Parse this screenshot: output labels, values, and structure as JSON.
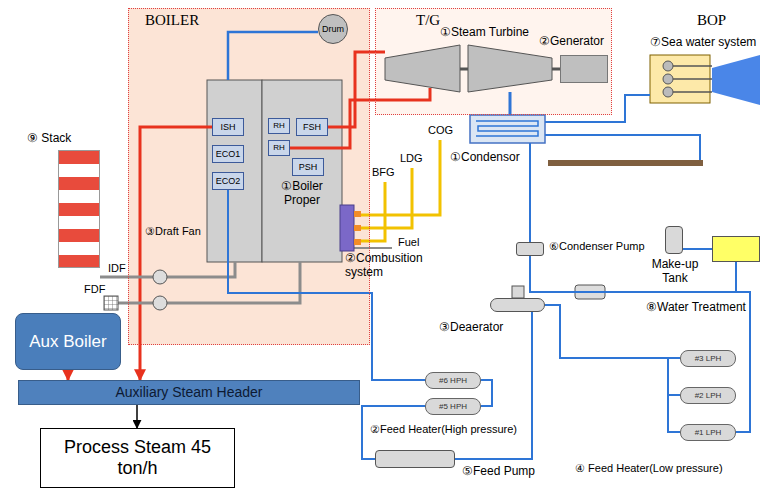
{
  "diagram": {
    "nodes": [
      {
        "text": [
          "BOILER"
        ]
      },
      {
        "text": [
          "Drum"
        ],
        "in": 0
      },
      {
        "text": [
          "ISH"
        ],
        "in": 0
      },
      {
        "text": [
          "ECO1"
        ],
        "in": 0
      },
      {
        "text": [
          "ECO2"
        ],
        "in": 0
      },
      {
        "text": [
          "①Boiler Proper"
        ],
        "in": 0
      },
      {
        "text": [
          "RH"
        ],
        "in": 5
      },
      {
        "text": [
          "RH"
        ],
        "in": 5
      },
      {
        "text": [
          "FSH"
        ],
        "in": 5
      },
      {
        "text": [
          "PSH"
        ],
        "in": 5
      },
      {
        "text": [
          "T/G"
        ]
      },
      {
        "text": [
          "②Generator"
        ],
        "in": 10
      },
      {
        "text": [
          "⑨ Stack"
        ]
      },
      {
        "text": [
          "Aux Boiler"
        ]
      },
      {
        "text": [
          "Auxiliary Steam Header"
        ]
      },
      {
        "text": [
          "Process Steam 45 ton/h"
        ]
      },
      {
        "text": [
          "①Condensor"
        ]
      },
      {
        "text": [
          "⑦Sea water system"
        ]
      },
      {
        "text": [
          "Make-up Tank"
        ]
      },
      {
        "text": [
          "⑧Water Treatment"
        ]
      },
      {
        "text": [
          "⑥Condenser Pump"
        ]
      },
      {
        "text": [
          "③Deaerator"
        ]
      },
      {
        "text": [
          "#3 LPH"
        ]
      },
      {
        "text": [
          "#2 LPH"
        ]
      },
      {
        "text": [
          "#1 LPH"
        ]
      },
      {
        "text": [
          "#6 HPH"
        ]
      },
      {
        "text": [
          "#5 HPH"
        ]
      },
      {
        "text": [
          "⑤Feed Pump"
        ]
      }
    ],
    "edges": [
      {
        "from": 13,
        "to": 14,
        "arrow": "to"
      },
      {
        "from": 0,
        "to": 14,
        "arrow": "to"
      },
      {
        "from": 14,
        "to": 15,
        "arrow": "to"
      },
      {
        "from": 16,
        "to": 20,
        "arrow": "none"
      },
      {
        "from": 20,
        "to": 24,
        "arrow": "none"
      },
      {
        "from": 24,
        "to": 23,
        "arrow": "none"
      },
      {
        "from": 23,
        "to": 22,
        "arrow": "none"
      },
      {
        "from": 22,
        "to": 21,
        "arrow": "none"
      },
      {
        "from": 21,
        "to": 27,
        "arrow": "none"
      },
      {
        "from": 27,
        "to": 26,
        "arrow": "none"
      },
      {
        "from": 26,
        "to": 25,
        "arrow": "none"
      },
      {
        "from": 25,
        "to": 4,
        "arrow": "none"
      },
      {
        "from": 17,
        "to": 16,
        "arrow": "none"
      },
      {
        "from": 19,
        "to": 18,
        "arrow": "none"
      }
    ],
    "labels": [
      "BOP",
      "①Steam Turbine",
      "COG",
      "LDG",
      "BFG",
      "Fuel",
      "②Combusition system",
      "③Draft Fan",
      "IDF",
      "FDF",
      "②Feed Heater(High pressure)",
      "④ Feed Heater(Low pressure)"
    ]
  }
}
